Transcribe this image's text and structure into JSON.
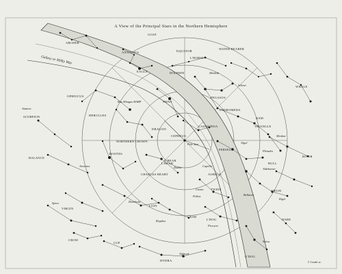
{
  "title": "A View of the Principal Stars in the Northern Hemisphere",
  "galaxy_label": "Galaxy or Milky Way",
  "credit": "T. Conder sc.",
  "labels": {
    "goat": "GOAT",
    "archer": "ARCHER",
    "antinous": "ANTINOUS",
    "equator": "EQUATOR",
    "water_bearer": "WATER BEARER",
    "horse": "L'HORSE",
    "eagle": "EAGLE",
    "dolphin": "DOLPHIN",
    "markab": "Markab",
    "scheat": "Scheat",
    "whale": "WHALE",
    "ophiucus": "OPHIUCUS",
    "ras_algethi_harp": "Ras Alhagus HARP",
    "swan": "SWAN",
    "pegasus": "PEGASUS",
    "andromeda": "ANDROMEDA",
    "ram": "RAM",
    "triangle": "TRIANGLE",
    "antares": "Antares",
    "scorpion": "SCORPION",
    "hercules": "HERCULES",
    "cassiopeia": "CASSIOPEIA",
    "menkar": "Menkar",
    "dragon": "DRAGON",
    "northern_crown": "NORTHERN CROWN",
    "cepheus": "CEPHEUS",
    "perseus": "PERSEUS",
    "algol": "Algol",
    "pole_star": "Pole Star",
    "pleiades": "Pleiades",
    "bull": "BULL",
    "aldebaran": "Aldebaran",
    "river": "RIVER",
    "balance": "BALANCE",
    "bootes": "BOOTES",
    "ursa_minor": "L'BEAR",
    "arcturus": "Arcturus",
    "gr_bear": "G'BEAR",
    "dubhe": "Dubhe",
    "charles_heart": "CHARLES HEART",
    "capella": "Capella",
    "auriga": "AURIGA",
    "bellatrix": "Bellatrix",
    "orion": "ORION",
    "rigel": "Rigel",
    "spica": "Spica",
    "virgin": "VIRGIN",
    "denebola": "Denebola",
    "lion": "LION",
    "castor": "Castor",
    "twins": "TWINS",
    "pollux": "Pollux",
    "crab": "CRAB",
    "l_dog": "L'DOG",
    "procyon": "Procyon",
    "regulus": "Regulus",
    "crow": "CROW",
    "cup": "CUP",
    "hydra": "HYDRA",
    "alphard": "Alphard",
    "hare": "HARE",
    "g_dog": "G'DOG",
    "sirius": "Sirius"
  }
}
